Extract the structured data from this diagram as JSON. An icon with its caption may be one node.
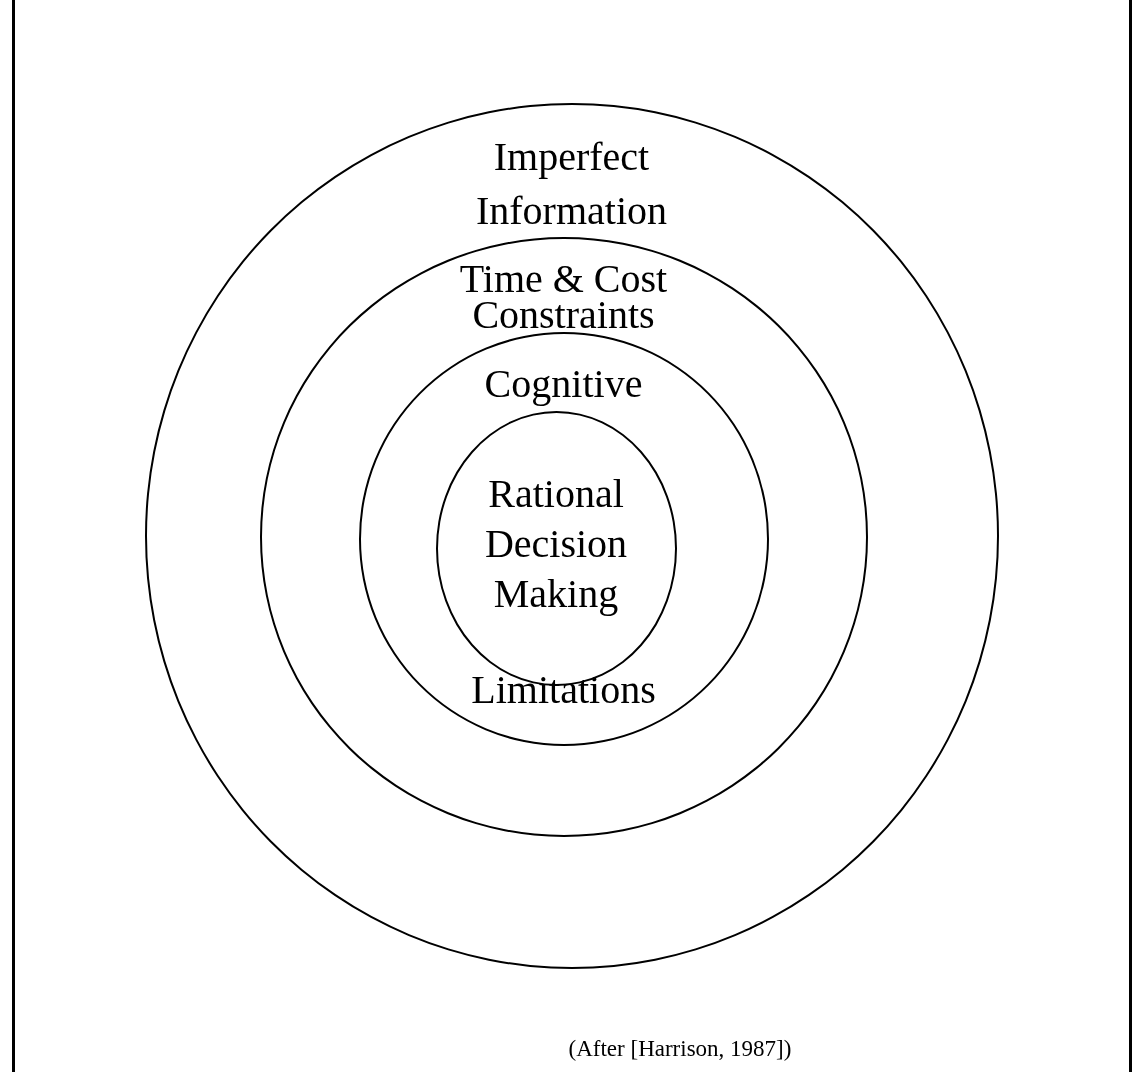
{
  "diagram": {
    "caption": "(After [Harrison, 1987])",
    "nodes": [
      {
        "text": [
          "Imperfect Information"
        ]
      },
      {
        "text": [
          "Time & Cost Constraints"
        ],
        "in": 0
      },
      {
        "text": [
          "Cognitive",
          "Limitations"
        ],
        "in": 1
      },
      {
        "text": [
          "Rational Decision Making"
        ],
        "in": 2
      }
    ]
  }
}
